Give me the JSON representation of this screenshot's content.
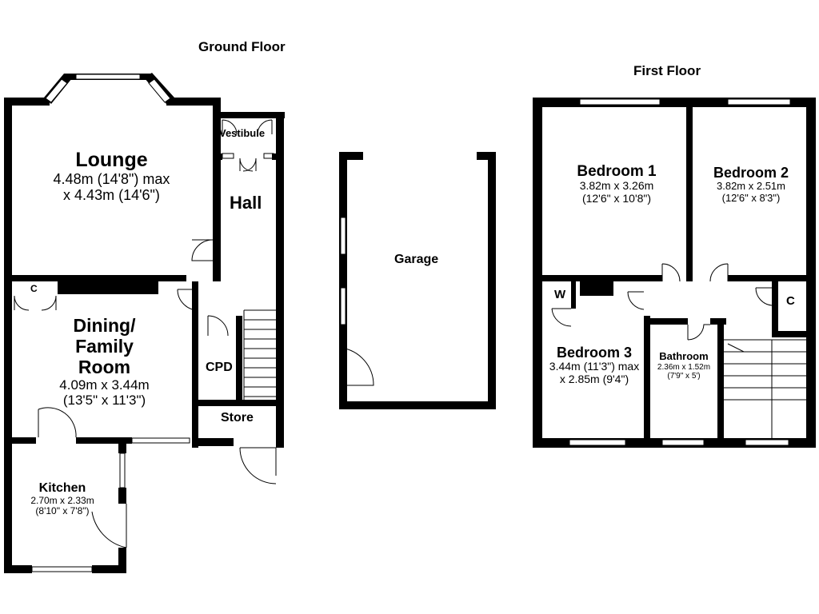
{
  "titles": {
    "ground": "Ground Floor",
    "first": "First Floor"
  },
  "rooms": {
    "lounge": {
      "name": "Lounge",
      "dim1": "4.48m (14'8\") max",
      "dim2": "x 4.43m (14'6\")"
    },
    "vestibule": {
      "name": "Vestibule"
    },
    "hall": {
      "name": "Hall"
    },
    "dining": {
      "name1": "Dining/",
      "name2": "Family",
      "name3": "Room",
      "dim1": "4.09m x 3.44m",
      "dim2": "(13'5\" x 11'3\")"
    },
    "cupboard": {
      "name": "C"
    },
    "cpd": {
      "name": "CPD"
    },
    "store": {
      "name": "Store"
    },
    "kitchen": {
      "name": "Kitchen",
      "dim1": "2.70m x 2.33m",
      "dim2": "(8'10\" x 7'8\")"
    },
    "garage": {
      "name": "Garage"
    },
    "bedroom1": {
      "name": "Bedroom 1",
      "dim1": "3.82m x 3.26m",
      "dim2": "(12'6\" x 10'8\")"
    },
    "bedroom2": {
      "name": "Bedroom 2",
      "dim1": "3.82m x 2.51m",
      "dim2": "(12'6\" x 8'3\")"
    },
    "bedroom3": {
      "name": "Bedroom 3",
      "dim1": "3.44m (11'3\") max",
      "dim2": "x 2.85m (9'4\")"
    },
    "wardrobe": {
      "name": "W"
    },
    "landing_cupboard": {
      "name": "C"
    },
    "bathroom": {
      "name": "Bathroom",
      "dim1": "2.36m x 1.52m",
      "dim2": "(7'9\" x 5')"
    }
  },
  "colors": {
    "wall": "#000000",
    "background": "#ffffff",
    "window": "#ffffff"
  }
}
